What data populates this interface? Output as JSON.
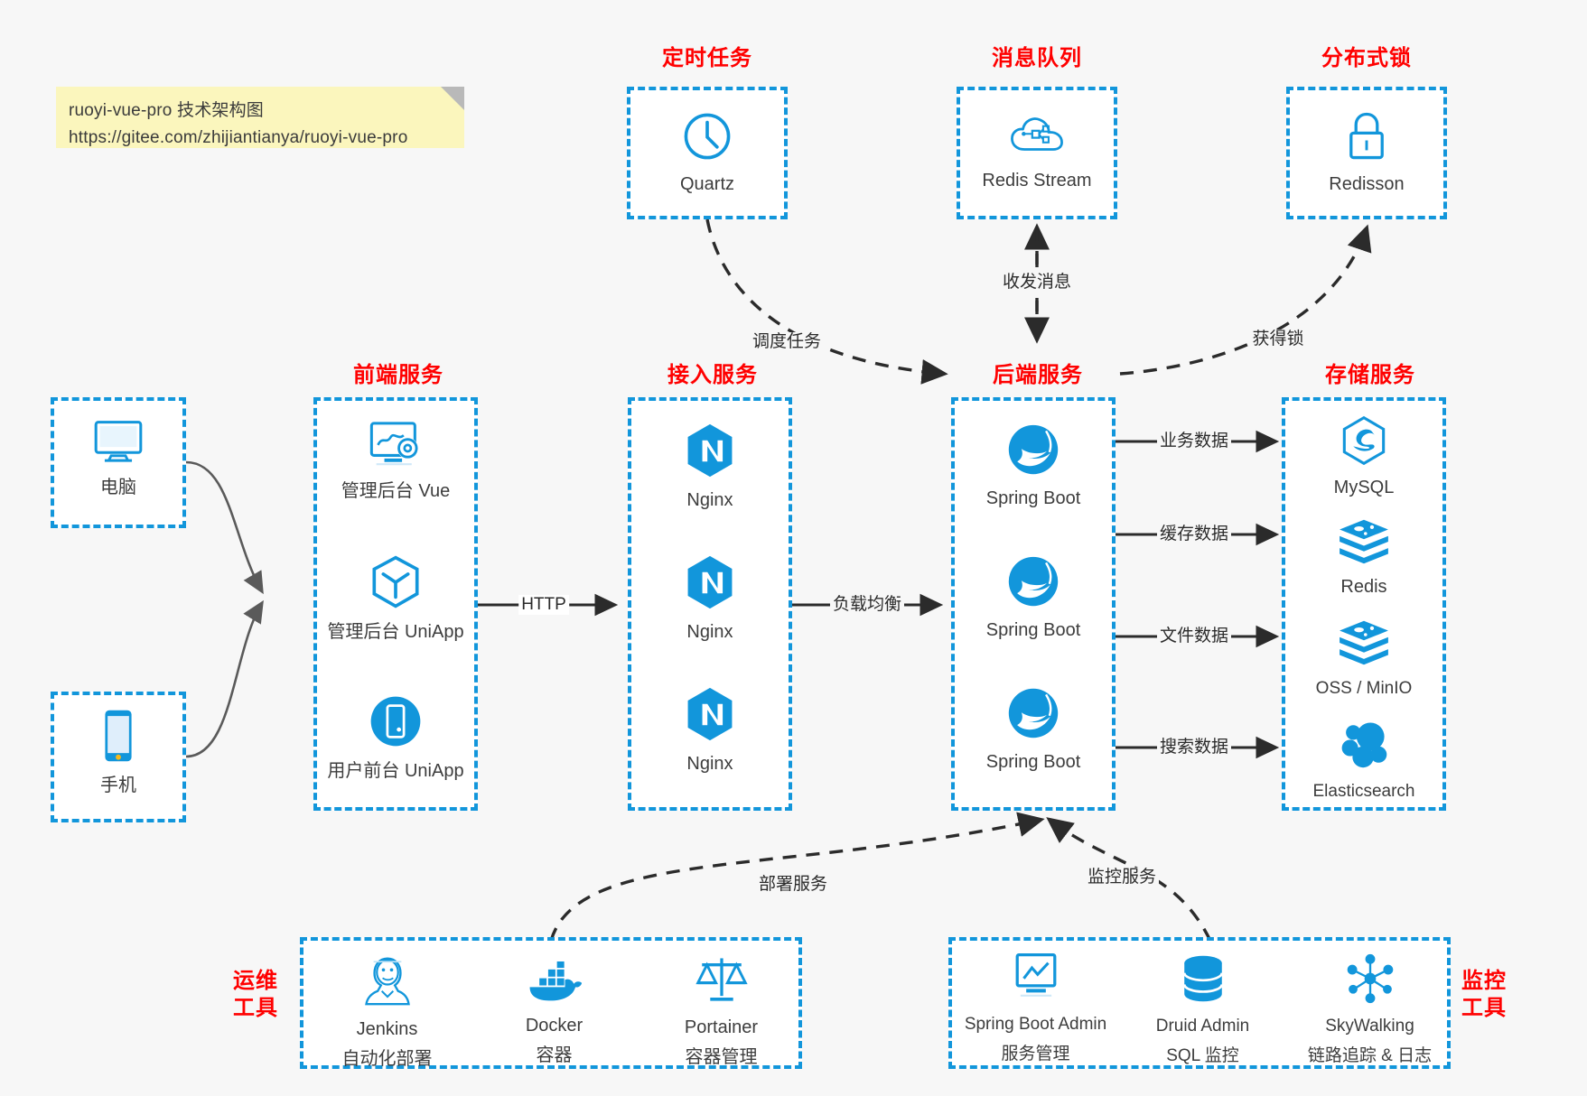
{
  "note": {
    "line1": "ruoyi-vue-pro 技术架构图",
    "line2": "https://gitee.com/zhijiantianya/ruoyi-vue-pro"
  },
  "colors": {
    "accent": "#1296db",
    "title": "#ff0000",
    "background": "#f7f7f7",
    "box_fill": "#ffffff",
    "note_fill": "#fbf6bd",
    "edge": "#2b2b2b",
    "curve": "#5a5a5a"
  },
  "groups": {
    "scheduled_task": {
      "title": "定时任务",
      "nodes": [
        {
          "label": "Quartz",
          "icon": "clock-icon"
        }
      ]
    },
    "message_queue": {
      "title": "消息队列",
      "nodes": [
        {
          "label": "Redis Stream",
          "icon": "cloud-stream-icon"
        }
      ]
    },
    "distributed_lock": {
      "title": "分布式锁",
      "nodes": [
        {
          "label": "Redisson",
          "icon": "lock-icon"
        }
      ]
    },
    "clients": {
      "nodes": [
        {
          "label": "电脑",
          "icon": "desktop-computer-icon"
        },
        {
          "label": "手机",
          "icon": "mobile-phone-icon"
        }
      ]
    },
    "frontend": {
      "title": "前端服务",
      "nodes": [
        {
          "label": "管理后台 Vue",
          "icon": "dashboard-gear-icon"
        },
        {
          "label": "管理后台 UniApp",
          "icon": "hexagon-cube-icon"
        },
        {
          "label": "用户前台 UniApp",
          "icon": "mobile-circle-icon"
        }
      ]
    },
    "gateway": {
      "title": "接入服务",
      "nodes": [
        {
          "label": "Nginx",
          "icon": "nginx-icon"
        },
        {
          "label": "Nginx",
          "icon": "nginx-icon"
        },
        {
          "label": "Nginx",
          "icon": "nginx-icon"
        }
      ]
    },
    "backend": {
      "title": "后端服务",
      "nodes": [
        {
          "label": "Spring Boot",
          "icon": "spring-boot-icon"
        },
        {
          "label": "Spring Boot",
          "icon": "spring-boot-icon"
        },
        {
          "label": "Spring Boot",
          "icon": "spring-boot-icon"
        }
      ]
    },
    "storage": {
      "title": "存储服务",
      "nodes": [
        {
          "label": "MySQL",
          "icon": "mysql-icon"
        },
        {
          "label": "Redis",
          "icon": "redis-icon"
        },
        {
          "label": "OSS / MinIO",
          "icon": "oss-minio-icon"
        },
        {
          "label": "Elasticsearch",
          "icon": "elasticsearch-icon"
        }
      ]
    },
    "devops": {
      "title": "运维\n工具",
      "title_line1": "运维",
      "title_line2": "工具",
      "nodes": [
        {
          "label": "Jenkins",
          "sub": "自动化部署",
          "icon": "jenkins-icon"
        },
        {
          "label": "Docker",
          "sub": "容器",
          "icon": "docker-icon"
        },
        {
          "label": "Portainer",
          "sub": "容器管理",
          "icon": "portainer-scales-icon"
        }
      ]
    },
    "monitoring": {
      "title_line1": "监控",
      "title_line2": "工具",
      "nodes": [
        {
          "label": "Spring Boot Admin",
          "sub": "服务管理",
          "icon": "monitor-chart-icon"
        },
        {
          "label": "Druid Admin",
          "sub": "SQL 监控",
          "icon": "database-icon"
        },
        {
          "label": "SkyWalking",
          "sub": "链路追踪 & 日志",
          "icon": "skywalking-icon"
        }
      ]
    }
  },
  "edges": {
    "http": "HTTP",
    "load_balance": "负载均衡",
    "schedule_task": "调度任务",
    "send_receive_message": "收发消息",
    "acquire_lock": "获得锁",
    "business_data": "业务数据",
    "cache_data": "缓存数据",
    "file_data": "文件数据",
    "search_data": "搜索数据",
    "deploy_service": "部署服务",
    "monitor_service": "监控服务"
  }
}
